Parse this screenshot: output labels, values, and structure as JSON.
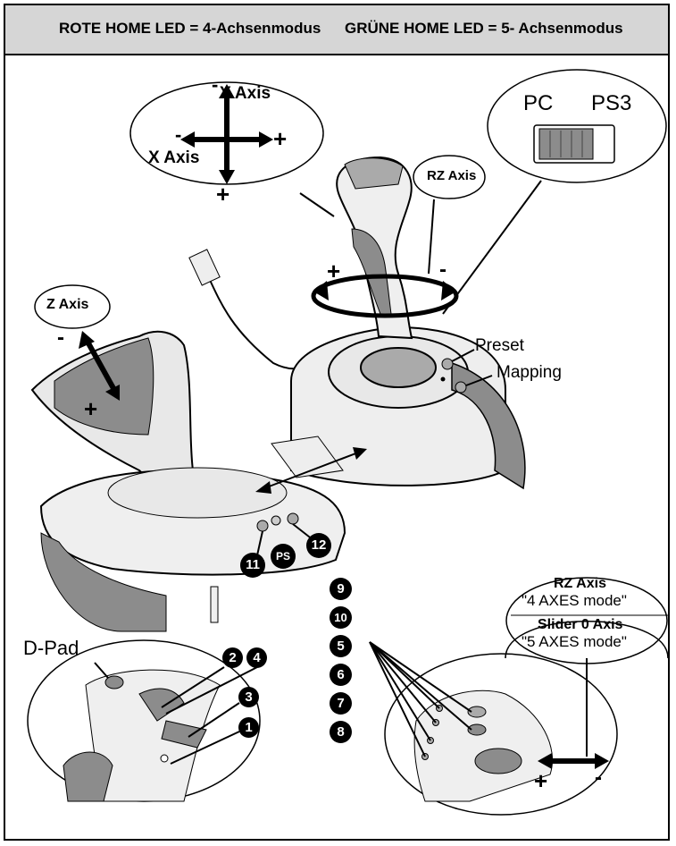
{
  "header": {
    "left": "ROTE HOME LED = 4-Achsenmodus",
    "right": "GRÜNE HOME LED = 5- Achsenmodus"
  },
  "axes_bubble": {
    "y_axis": "Y Axis",
    "x_axis": "X Axis",
    "minus": "-",
    "plus": "+"
  },
  "rz_axis": "RZ Axis",
  "switch": {
    "pc": "PC",
    "ps3": "PS3"
  },
  "z_axis": "Z Axis",
  "preset": "Preset",
  "mapping": "Mapping",
  "buttons": {
    "b11": "11",
    "ps": "PS",
    "b12": "12"
  },
  "numbers_left": [
    "2",
    "4",
    "3",
    "1"
  ],
  "numbers_mid": [
    "9",
    "10",
    "5",
    "6",
    "7",
    "8"
  ],
  "dpad": "D-Pad",
  "rz_box": {
    "title1": "RZ Axis",
    "sub1": "\"4 AXES mode\"",
    "title2": "Slider 0 Axis",
    "sub2": "\"5 AXES mode\""
  },
  "colors": {
    "header_bg": "#d6d6d6",
    "grey_panel": "#8c8c8c",
    "body": "#e8e8e8"
  }
}
